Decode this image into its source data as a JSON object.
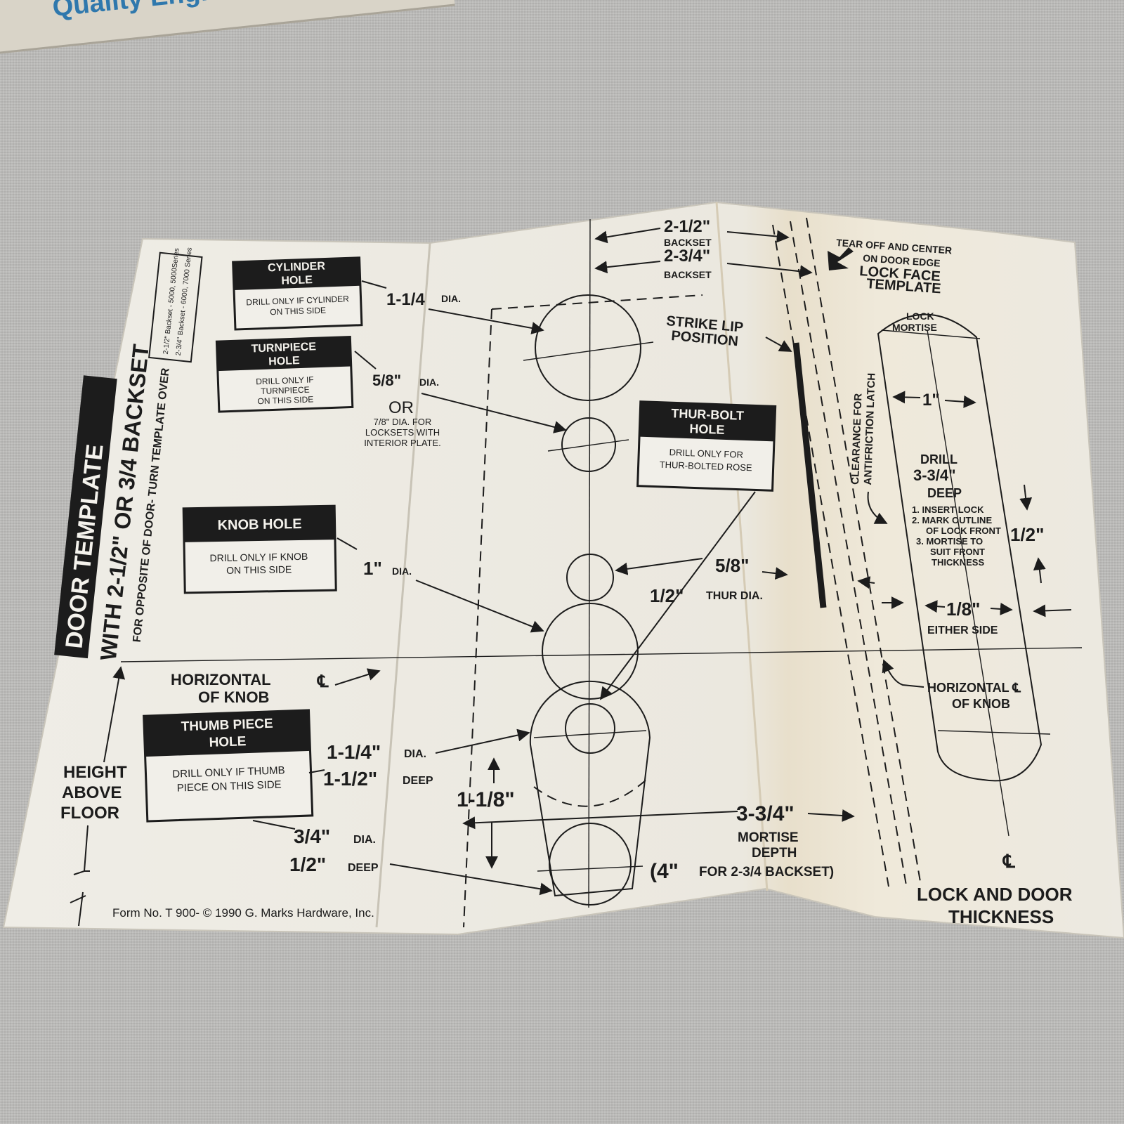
{
  "box": {
    "label": "Quality Engineered"
  },
  "title": {
    "main": "DOOR TEMPLATE",
    "sub": "WITH 2-1/2\" OR 3/4 BACKSET",
    "note": "FOR OPPOSITE OF DOOR- TURN TEMPLATE OVER",
    "series_1": "2-1/2\" Backset - 5000, 5000Series",
    "series_2": "2-3/4\" Backset - 6000, 7000 Series"
  },
  "holes": {
    "cylinder": {
      "title_1": "CYLINDER",
      "title_2": "HOLE",
      "note_1": "DRILL ONLY IF CYLINDER",
      "note_2": "ON THIS SIDE",
      "size": "1-1/4",
      "unit": "DIA."
    },
    "turnpiece": {
      "title_1": "TURNPIECE",
      "title_2": "HOLE",
      "note_1": "DRILL ONLY IF",
      "note_2": "TURNPIECE",
      "note_3": "ON THIS SIDE",
      "size": "5/8\"",
      "unit": "DIA.",
      "or": "OR",
      "alt_1": "7/8\" DIA. FOR",
      "alt_2": "LOCKSETS WITH",
      "alt_3": "INTERIOR PLATE."
    },
    "knob": {
      "title": "KNOB  HOLE",
      "note_1": "DRILL ONLY IF KNOB",
      "note_2": "ON THIS SIDE",
      "size": "1\"",
      "unit": "DIA."
    },
    "thurbolt": {
      "title_1": "THUR-BOLT",
      "title_2": "HOLE",
      "note_1": "DRILL ONLY FOR",
      "note_2": "THUR-BOLTED ROSE",
      "size_a": "5/8\"",
      "size_b": "1/2\"",
      "unit_b": "THUR DIA."
    },
    "thumb": {
      "title_1": "THUMB  PIECE",
      "title_2": "HOLE",
      "note_1": "DRILL ONLY IF THUMB",
      "note_2": "PIECE ON THIS SIDE",
      "size_a": "1-1/4\"",
      "unit_a": "DIA.",
      "size_b": "1-1/2\"",
      "unit_b": "DEEP",
      "size_c": "3/4\"",
      "unit_c": "DIA.",
      "size_d": "1/2\"",
      "unit_d": "DEEP"
    }
  },
  "labels": {
    "horizontal_1": "HORIZONTAL",
    "of_knob": "OF KNOB",
    "cl": "℄",
    "height_1": "HEIGHT",
    "height_2": "ABOVE",
    "height_3": "FLOOR",
    "backset_a": "2-1/2\"",
    "backset_b": "2-3/4\"",
    "backset_word": "BACKSET",
    "strike_1": "STRIKE LIP",
    "strike_2": "POSITION",
    "dim_118": "1-1/8\"",
    "mortise_dim": "3-3/4\"",
    "mortise_1": "MORTISE",
    "mortise_2": "DEPTH",
    "mortise_4": "(4\"",
    "mortise_alt": "FOR 2-3/4 BACKSET)",
    "clearance_1": "CLEARANCE FOR",
    "clearance_2": "ANTIFRICTION LATCH",
    "footer": "Form No. T 900- © 1990 G. Marks Hardware, Inc."
  },
  "face": {
    "tear_1": "TEAR OFF AND CENTER",
    "tear_2": "ON DOOR EDGE",
    "title_1": "LOCK FACE",
    "title_2": "TEMPLATE",
    "mortise_1": "LOCK",
    "mortise_2": "MORTISE",
    "width": "1\"",
    "drill_1": "DRILL",
    "drill_2": "3-3/4\"",
    "drill_3": "DEEP",
    "step_1": "1. INSERT LOCK",
    "step_2": "2. MARK OUTLINE",
    "step_3": "OF LOCK FRONT",
    "step_4": "3. MORTISE TO",
    "step_5": "SUIT FRONT",
    "step_6": "THICKNESS",
    "half": "1/2\"",
    "eighth": "1/8\"",
    "either": "EITHER  SIDE",
    "horizontal": "HORIZONTAL ℄",
    "of_knob": "OF KNOB",
    "cl": "℄",
    "thick_1": "LOCK AND DOOR",
    "thick_2": "THICKNESS"
  }
}
